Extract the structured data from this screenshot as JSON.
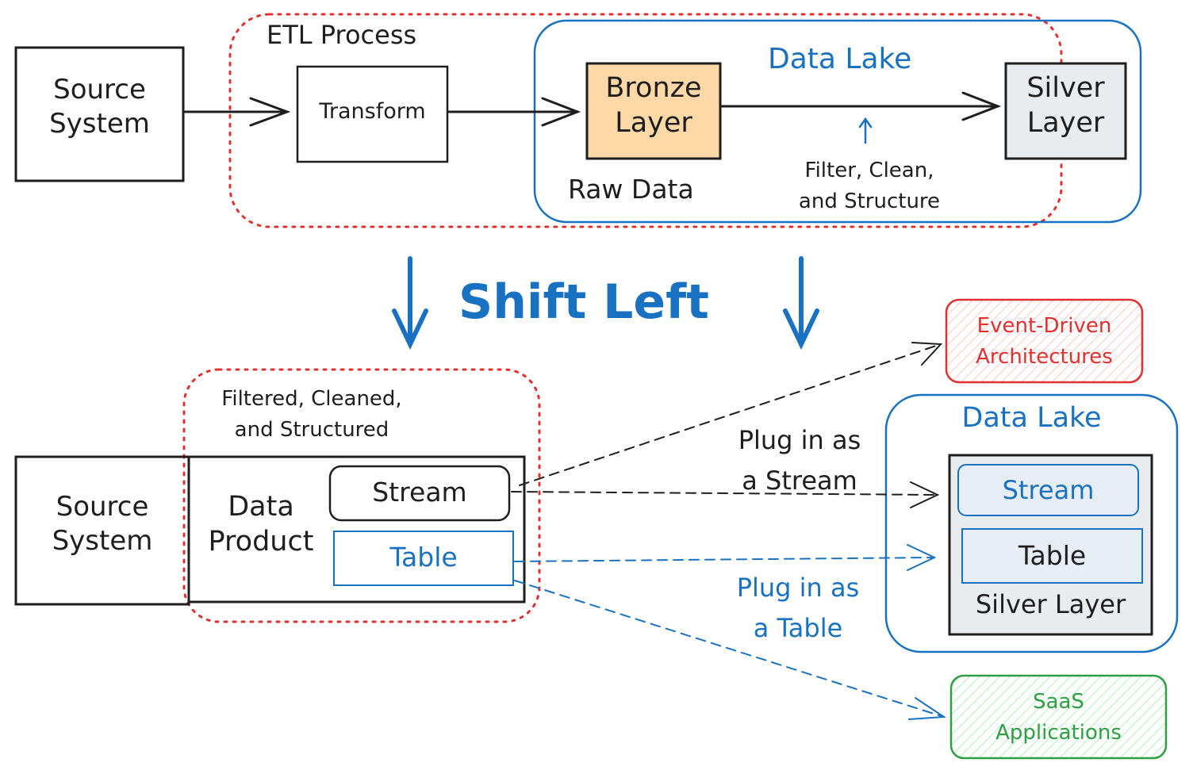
{
  "top": {
    "source_system": [
      "Source",
      "System"
    ],
    "etl_process": "ETL Process",
    "transform": "Transform",
    "data_lake": "Data Lake",
    "bronze_layer": [
      "Bronze",
      "Layer"
    ],
    "raw_data": "Raw Data",
    "silver_layer": [
      "Silver",
      "Layer"
    ],
    "filter_note": [
      "Filter, Clean,",
      "and Structure"
    ]
  },
  "shift_left": "Shift Left",
  "bottom": {
    "filtered_note": [
      "Filtered, Cleaned,",
      "and Structured"
    ],
    "source_system": [
      "Source",
      "System"
    ],
    "data_product": [
      "Data",
      "Product"
    ],
    "stream": "Stream",
    "table": "Table",
    "plug_stream": [
      "Plug in as",
      "a Stream"
    ],
    "plug_table": [
      "Plug in as",
      "a Table"
    ],
    "data_lake": "Data Lake",
    "lake_stream": "Stream",
    "lake_table": "Table",
    "silver_layer": "Silver Layer",
    "event_driven": [
      "Event-Driven",
      "Architectures"
    ],
    "saas": [
      "SaaS",
      "Applications"
    ]
  },
  "colors": {
    "ink": "#1e1e1e",
    "blue": "#1971c2",
    "red": "#e03131",
    "green": "#2f9e44",
    "bronze_fill": "#ffd8a8",
    "silver_fill": "#e9ecef",
    "lake_item_fill": "#e7edf5",
    "event_hatch": "#ffc9c9",
    "saas_hatch": "#b2f2bb"
  }
}
